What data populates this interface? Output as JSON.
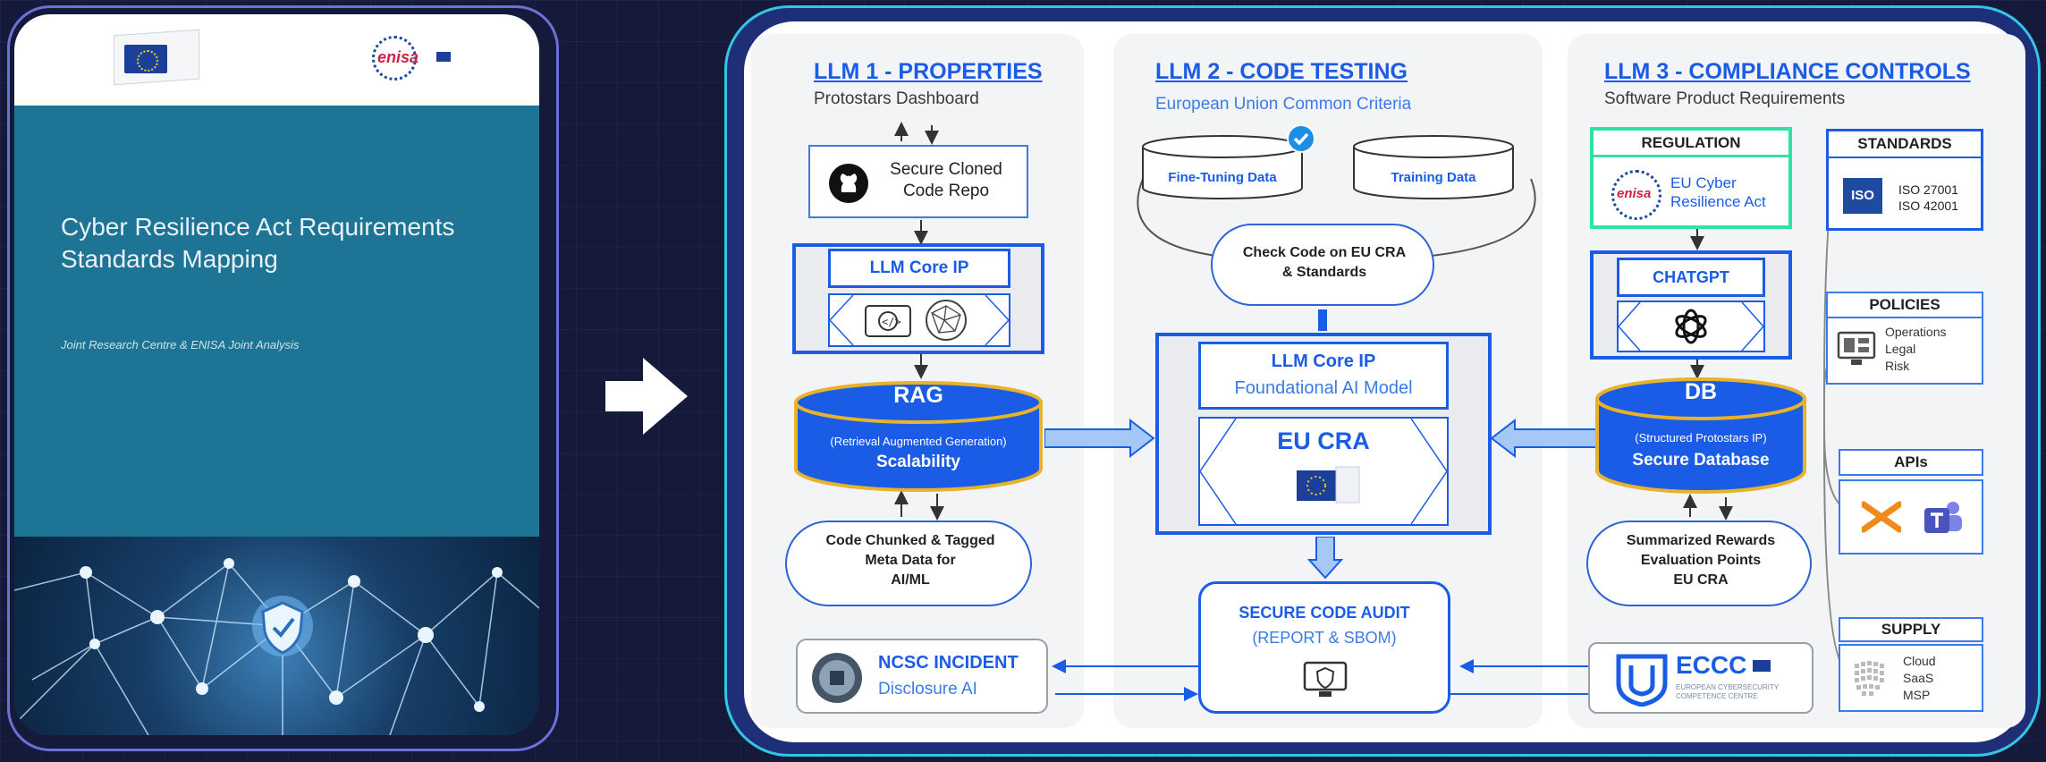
{
  "cover": {
    "title_line1": "Cyber Resilience Act Requirements",
    "title_line2": "Standards Mapping",
    "subtitle": "Joint Research Centre & ENISA Joint Analysis",
    "enisa_label": "enisa"
  },
  "llm1": {
    "heading": "LLM 1 - PROPERTIES",
    "subheading": "Protostars Dashboard",
    "repo_line1": "Secure Cloned",
    "repo_line2": "Code Repo",
    "core": "LLM Core IP",
    "rag_title": "RAG",
    "rag_sub": "(Retrieval Augmented Generation)",
    "rag_bold": "Scalability",
    "cloud_line1": "Code Chunked & Tagged",
    "cloud_line2": "Meta Data for",
    "cloud_line3": "AI/ML",
    "ncsc_title": "NCSC INCIDENT",
    "ncsc_sub": "Disclosure AI"
  },
  "llm2": {
    "heading": "LLM 2 - CODE TESTING",
    "subheading": "European Union Common Criteria",
    "finetune": "Fine-Tuning Data",
    "training": "Training Data",
    "cloud_line1": "Check Code on EU CRA",
    "cloud_line2": "& Standards",
    "core_title": "LLM Core IP",
    "core_sub": "Foundational AI Model",
    "eucra": "EU CRA",
    "audit_title": "SECURE CODE AUDIT",
    "audit_sub": "(REPORT & SBOM)"
  },
  "llm3": {
    "heading": "LLM 3 - COMPLIANCE CONTROLS",
    "subheading": "Software Product Requirements",
    "regulation": "REGULATION",
    "reg_line1": "EU Cyber",
    "reg_line2": "Resilience Act",
    "enisa_label": "enisa",
    "chatgpt": "CHATGPT",
    "db_title": "DB",
    "db_sub": "(Structured Protostars IP)",
    "db_bold": "Secure Database",
    "cloud_line1": "Summarized Rewards",
    "cloud_line2": "Evaluation Points",
    "cloud_line3": "EU CRA",
    "eccc": "ECCC",
    "eccc_sub1": "EUROPEAN CYBERSECURITY",
    "eccc_sub2": "COMPETENCE CENTRE"
  },
  "side": {
    "standards": "STANDARDS",
    "iso_logo": "ISO",
    "iso1": "ISO 27001",
    "iso2": "ISO 42001",
    "policies": "POLICIES",
    "pol1": "Operations",
    "pol2": "Legal",
    "pol3": "Risk",
    "apis": "APIs",
    "supply": "SUPPLY",
    "sup1": "Cloud",
    "sup2": "SaaS",
    "sup3": "MSP"
  },
  "colors": {
    "blue": "#1a5ce6",
    "gold": "#e8b22a",
    "teal_border": "#32c5e4",
    "green_border": "#2de3a6"
  }
}
